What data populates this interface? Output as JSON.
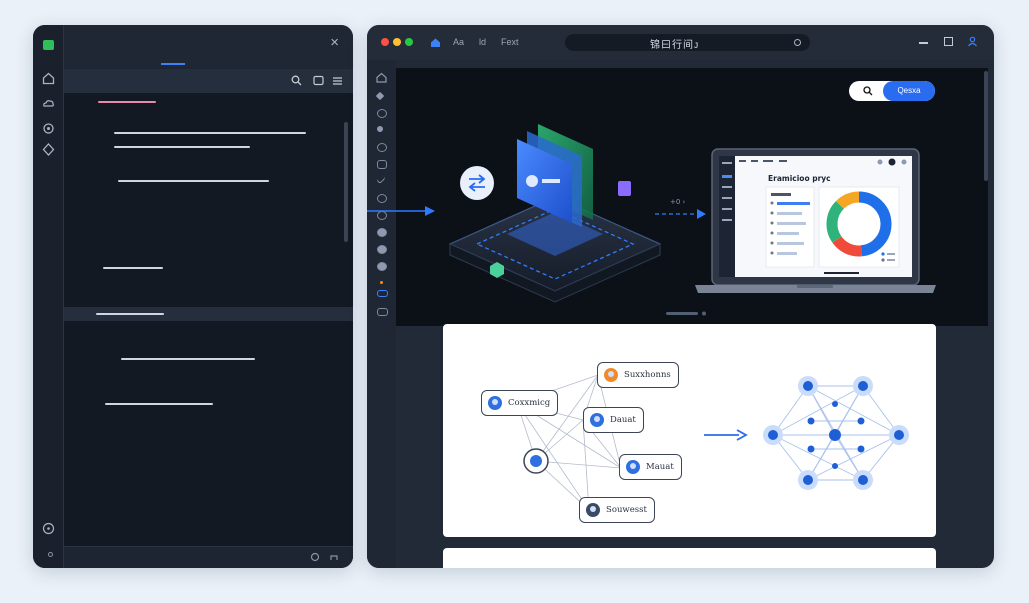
{
  "left_panel": {
    "close_label": "×"
  },
  "main_window": {
    "menu": [
      "Aa",
      "ld",
      "Fext"
    ],
    "url_text": "锦曰行间ᴊ",
    "search_button_label": "Qesxa"
  },
  "laptop": {
    "dashboard_title": "Eramicioo pryc"
  },
  "canvas": {
    "connector_label": "+0 ›"
  },
  "diagram": {
    "nodes": {
      "left": "Coxxmicg",
      "top": "Suxxhonns",
      "mid": "Dauat",
      "right": "Mauat",
      "bottom": "Souwesst"
    }
  },
  "colors": {
    "accent_blue": "#2a6cf0",
    "donut": [
      "#1f6fe8",
      "#f04a3a",
      "#2fb37a",
      "#f5a623"
    ]
  }
}
